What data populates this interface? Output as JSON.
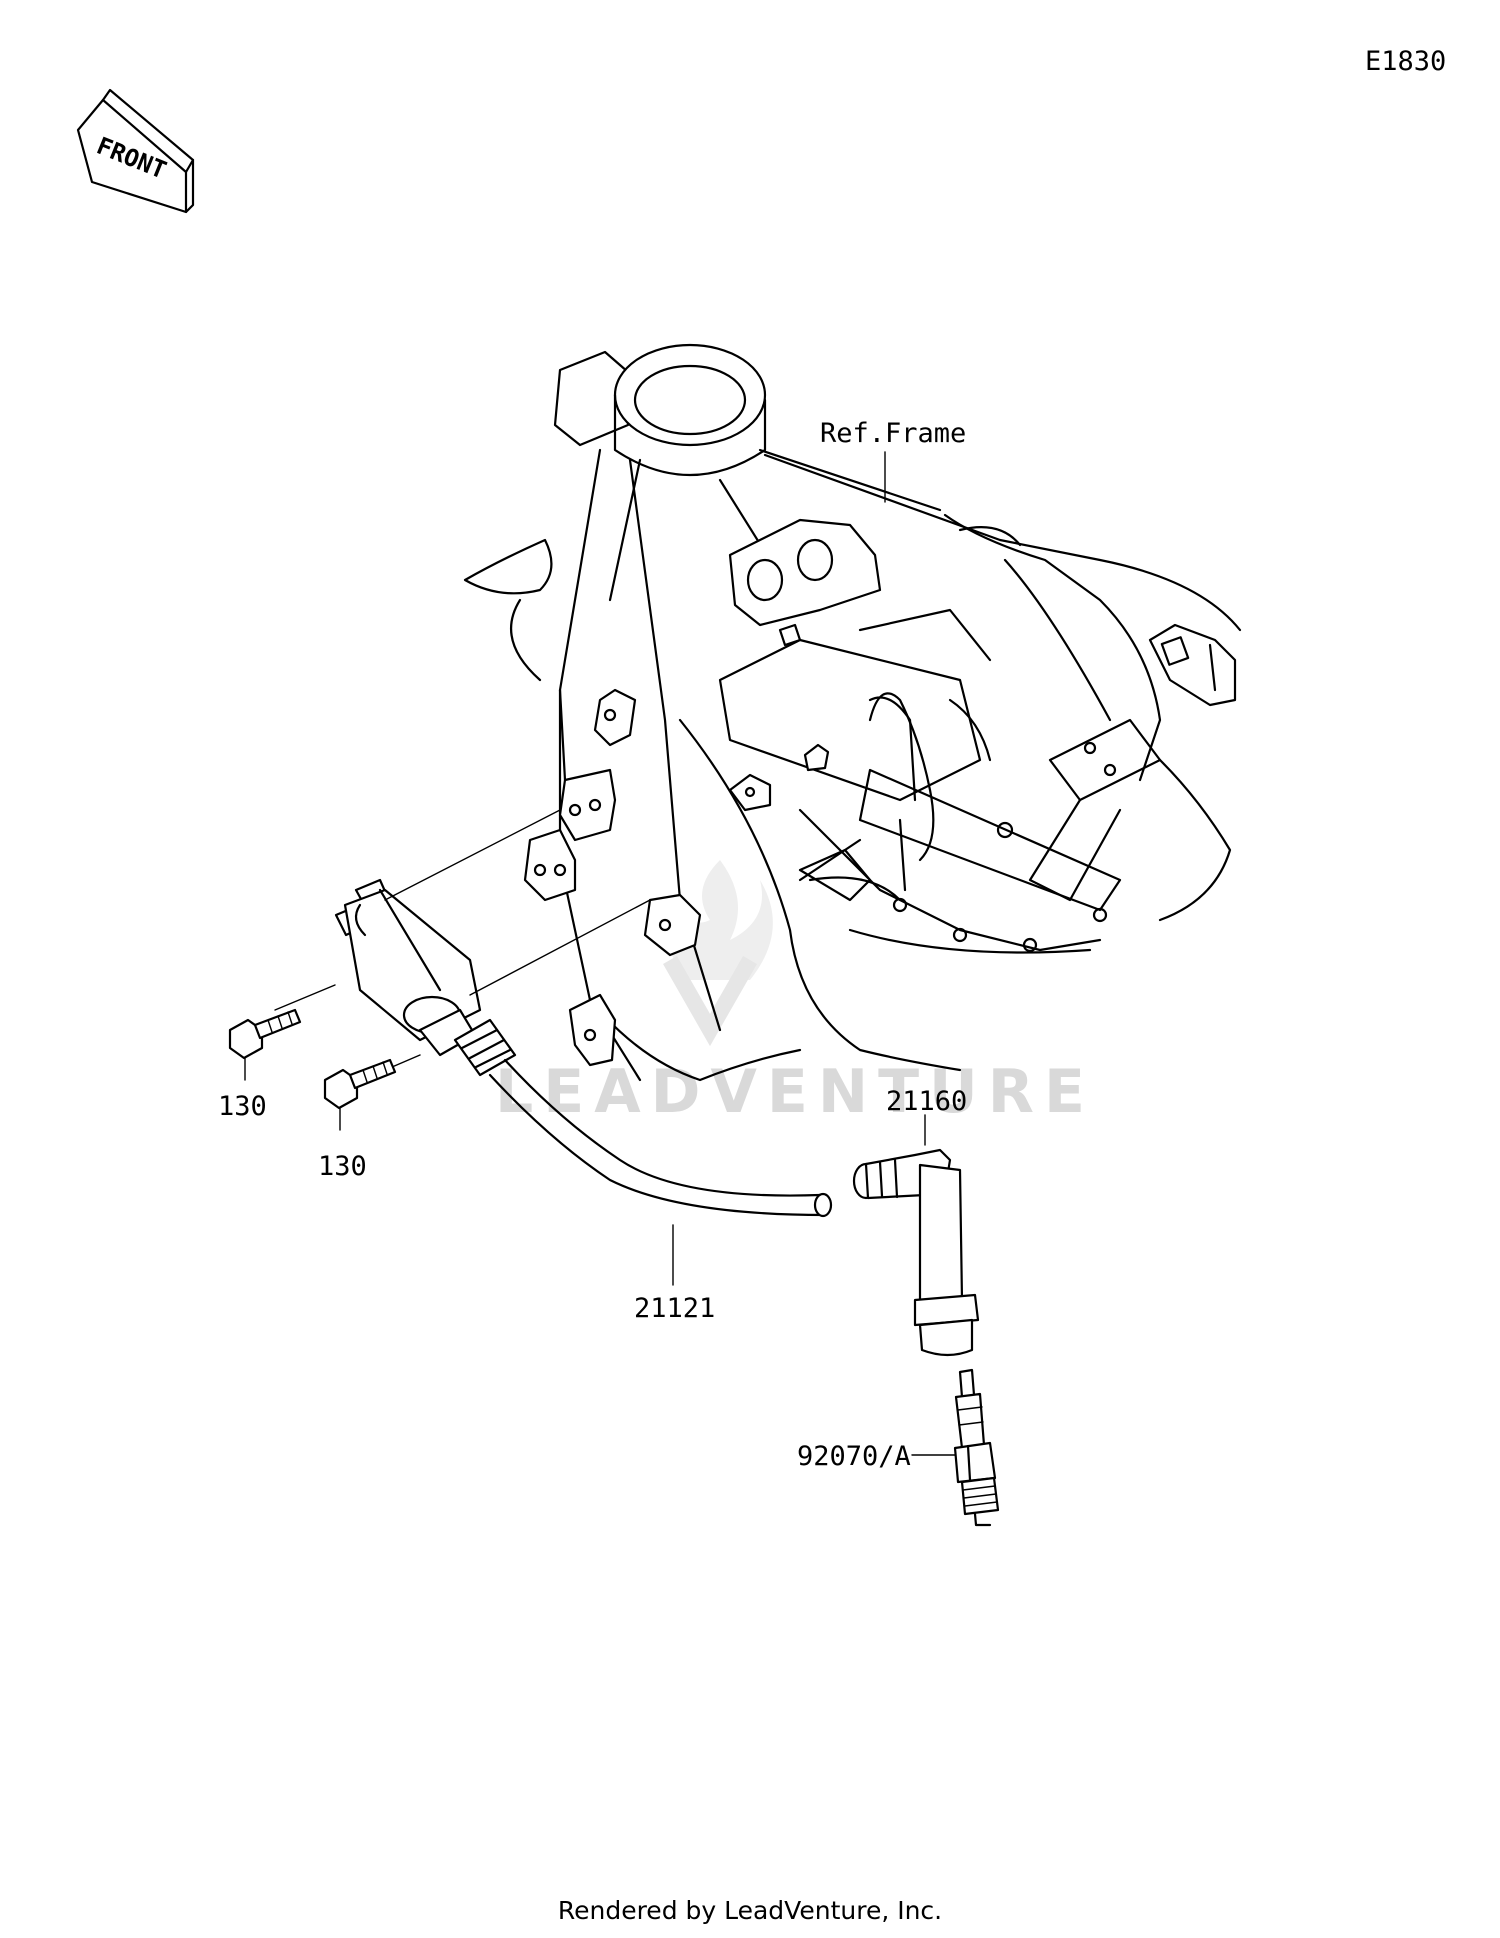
{
  "diagram_code": "E1830",
  "front_indicator": "FRONT",
  "ref_frame_label": "Ref.Frame",
  "parts": [
    {
      "number": "130"
    },
    {
      "number": "130"
    },
    {
      "number": "21160"
    },
    {
      "number": "21121"
    },
    {
      "number": "92070/A"
    }
  ],
  "watermark": "LEADVENTURE",
  "footer": "Rendered by LeadVenture, Inc."
}
